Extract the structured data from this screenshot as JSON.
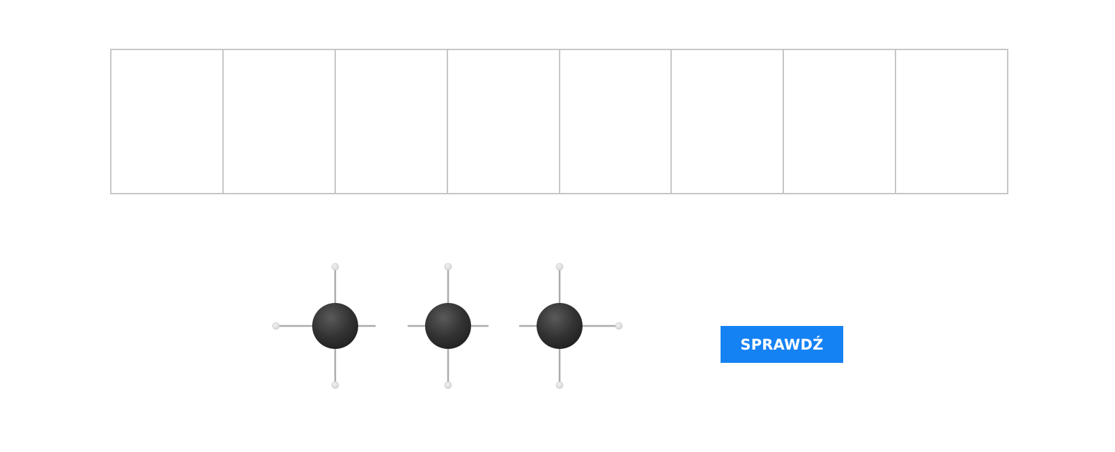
{
  "exercise": {
    "answer_slots": [
      {
        "id": "slot-1",
        "content": ""
      },
      {
        "id": "slot-2",
        "content": ""
      },
      {
        "id": "slot-3",
        "content": ""
      },
      {
        "id": "slot-4",
        "content": ""
      },
      {
        "id": "slot-5",
        "content": ""
      },
      {
        "id": "slot-6",
        "content": ""
      },
      {
        "id": "slot-7",
        "content": ""
      },
      {
        "id": "slot-8",
        "content": ""
      }
    ],
    "molecules": [
      {
        "id": "molecule-1",
        "bonds": [
          "up",
          "down",
          "left",
          "right"
        ],
        "bonded_atoms": [
          "up",
          "down",
          "left"
        ]
      },
      {
        "id": "molecule-2",
        "bonds": [
          "up",
          "down",
          "left",
          "right"
        ],
        "bonded_atoms": [
          "up",
          "down"
        ]
      },
      {
        "id": "molecule-3",
        "bonds": [
          "up",
          "down",
          "left",
          "right"
        ],
        "bonded_atoms": [
          "up",
          "down",
          "right"
        ]
      }
    ],
    "check_button_label": "SPRAWDŹ"
  },
  "colors": {
    "slot_border": "#c6c6c6",
    "atom_core": "#333333",
    "bond_line": "#aaaaaa",
    "small_atom": "#d6d6d6",
    "button_bg": "#1582f4",
    "button_text": "#ffffff"
  }
}
